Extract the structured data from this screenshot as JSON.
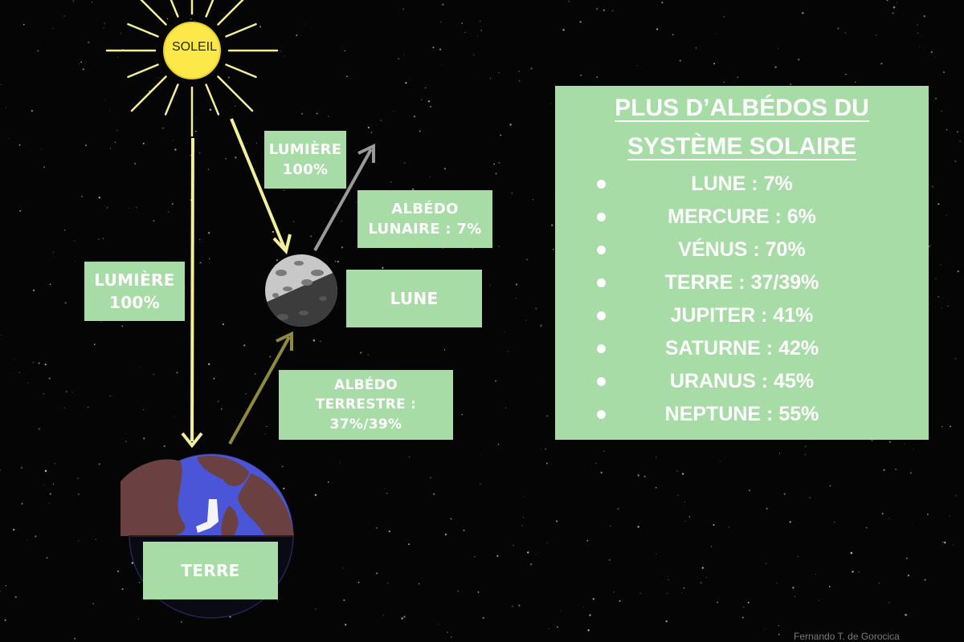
{
  "sun": {
    "label": "SOLEIL"
  },
  "labels": {
    "light_left": [
      "LUMIÈRE",
      "100%"
    ],
    "light_moon": [
      "LUMIÈRE",
      "100%"
    ],
    "lunar_albedo": [
      "ALBÉDO",
      "LUNAIRE : 7%"
    ],
    "moon": "LUNE",
    "earth_albedo": [
      "ALBÉDO",
      "TERRESTRE :",
      "37%/39%"
    ],
    "earth": "TERRE"
  },
  "panel": {
    "title_lines": [
      "PLUS D’ALBÉDOS DU",
      "SYSTÈME SOLAIRE"
    ],
    "items": [
      "LUNE : 7%",
      "MERCURE : 6%",
      "VÉNUS : 70%",
      "TERRE : 37/39%",
      "JUPITER : 41%",
      "SATURNE : 42%",
      "URANUS : 45%",
      "NEPTUNE : 55%"
    ]
  },
  "credit": "Fernando T. de Gorocica",
  "colors": {
    "background": "#050505",
    "label_box": "#a8dca6",
    "sun": "#fde84a",
    "incoming_light": "#f3ee9a",
    "lunar_reflection": "#9a9a9a",
    "earth_reflection": "#8f8a3c",
    "earth_ocean": "#4a55d8",
    "earth_land": "#6b4040"
  }
}
